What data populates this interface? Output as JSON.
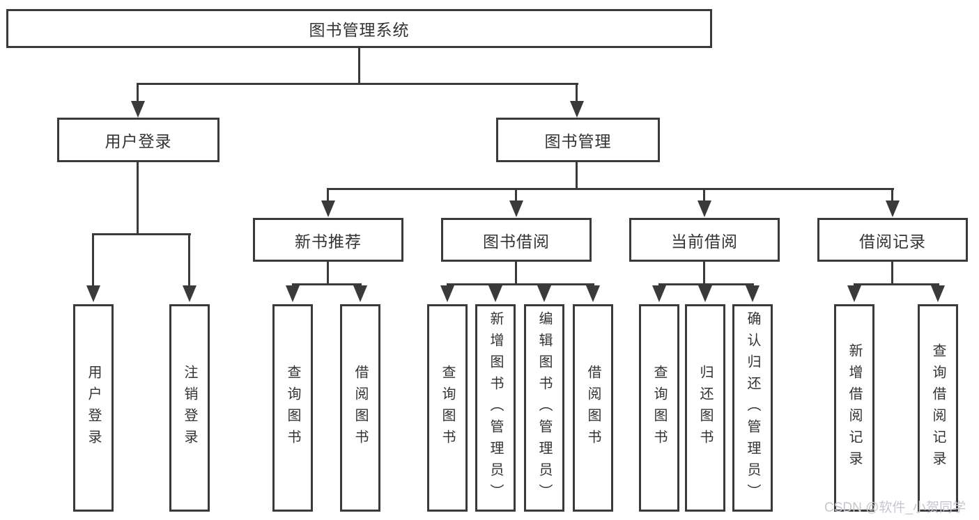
{
  "title": "图书管理系统",
  "colors": {
    "line": "#3a3a3a",
    "text": "#333333",
    "watermark": "#c5c8cc",
    "background": "#ffffff"
  },
  "watermark": {
    "text": "CSDN @软件_小贺同学"
  },
  "tree": {
    "label": "图书管理系统",
    "children": [
      {
        "label": "用户登录",
        "children": [
          {
            "label": "用户登录"
          },
          {
            "label": "注销登录"
          }
        ]
      },
      {
        "label": "图书管理",
        "children": [
          {
            "label": "新书推荐",
            "children": [
              {
                "label": "查询图书"
              },
              {
                "label": "借阅图书"
              }
            ]
          },
          {
            "label": "图书借阅",
            "children": [
              {
                "label": "查询图书"
              },
              {
                "label": "新增图书（管理员）"
              },
              {
                "label": "编辑图书（管理员）"
              },
              {
                "label": "借阅图书"
              }
            ]
          },
          {
            "label": "当前借阅",
            "children": [
              {
                "label": "查询图书"
              },
              {
                "label": "归还图书"
              },
              {
                "label": "确认归还（管理员）"
              }
            ]
          },
          {
            "label": "借阅记录",
            "children": [
              {
                "label": "新增借阅记录"
              },
              {
                "label": "查询借阅记录"
              }
            ]
          }
        ]
      }
    ]
  }
}
